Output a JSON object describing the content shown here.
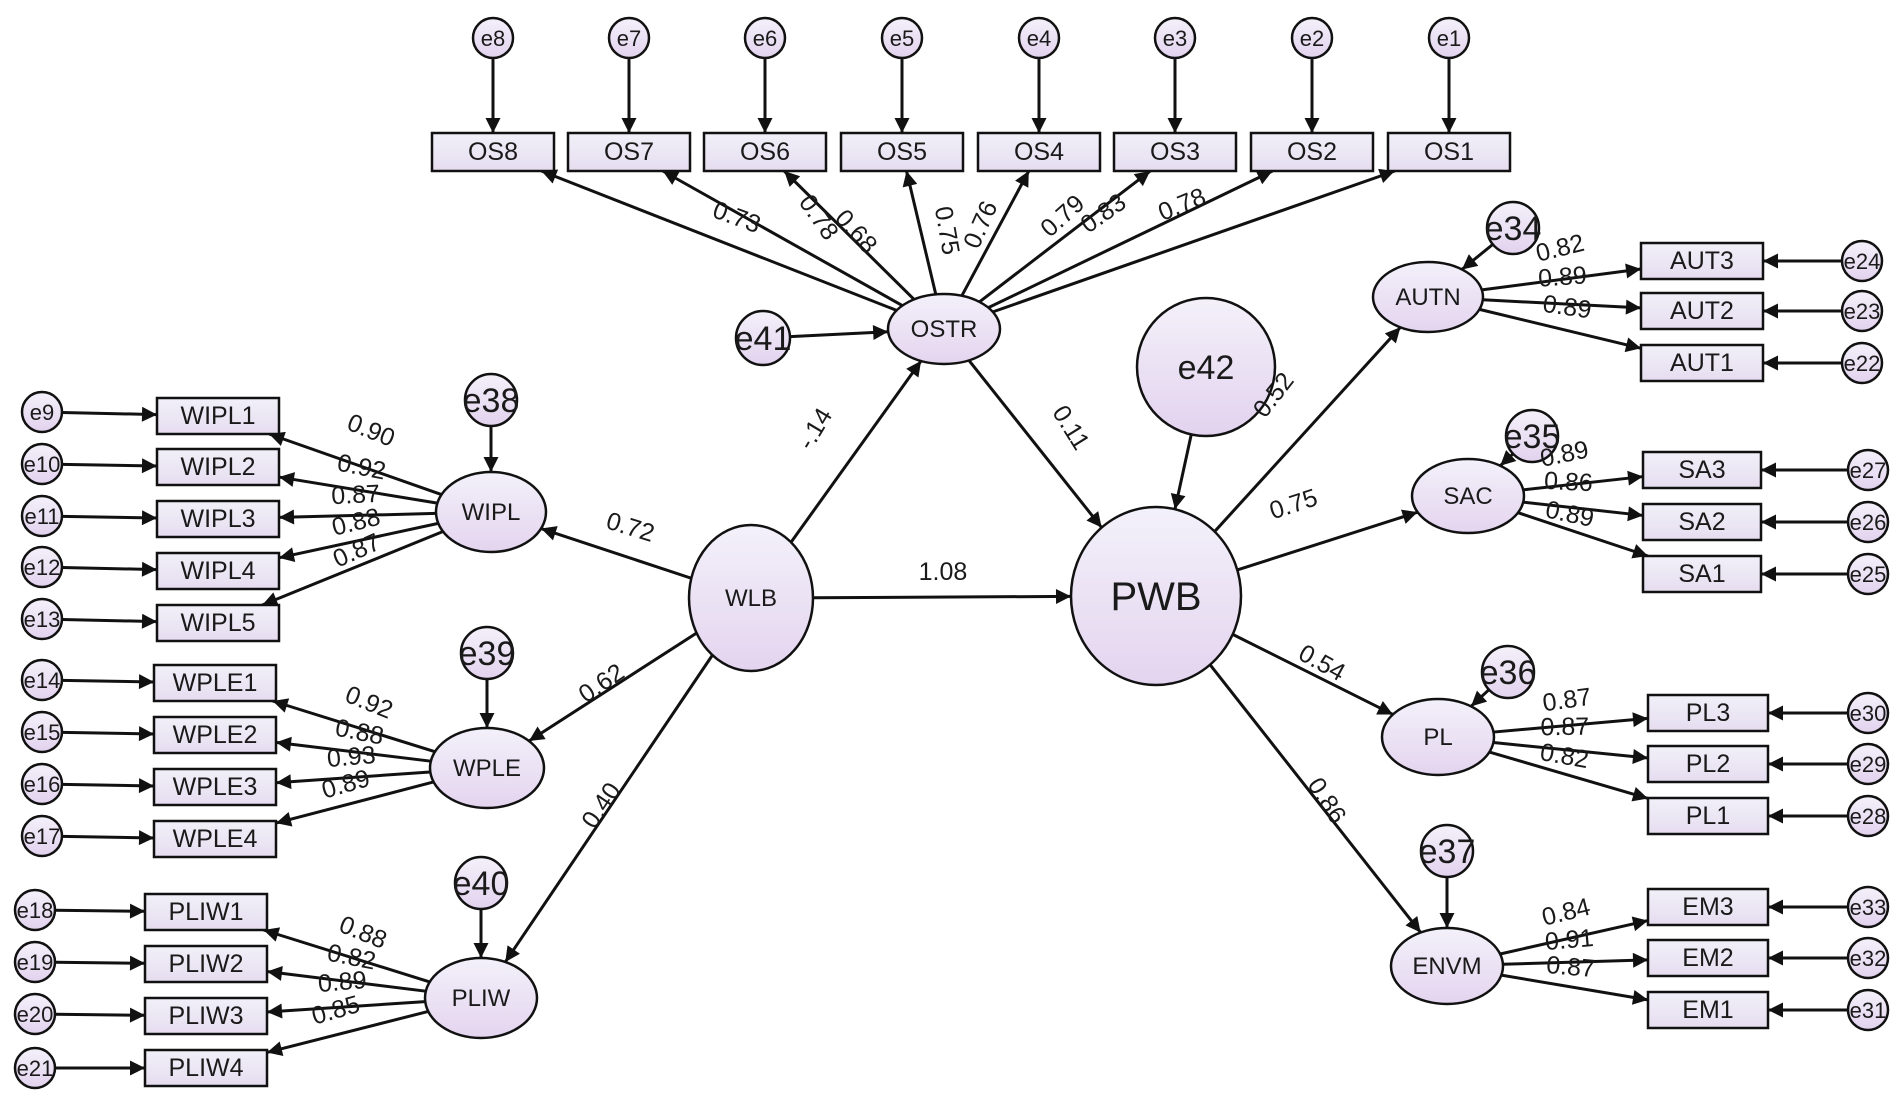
{
  "colors": {
    "fill_top": "#f3f1fa",
    "fill_bottom": "#e4d4ef",
    "stroke": "#111111"
  },
  "latents": {
    "OSTR": "OSTR",
    "WIPL": "WIPL",
    "WPLE": "WPLE",
    "PLIW": "PLIW",
    "WLB": "WLB",
    "PWB": "PWB",
    "AUTN": "AUTN",
    "SAC": "SAC",
    "PL": "PL",
    "ENVM": "ENVM"
  },
  "disturbances": {
    "e34": "e34",
    "e35": "e35",
    "e36": "e36",
    "e37": "e37",
    "e38": "e38",
    "e39": "e39",
    "e40": "e40",
    "e41": "e41",
    "e42": "e42"
  },
  "indicators": {
    "OS8": "OS8",
    "OS7": "OS7",
    "OS6": "OS6",
    "OS5": "OS5",
    "OS4": "OS4",
    "OS3": "OS3",
    "OS2": "OS2",
    "OS1": "OS1",
    "WIPL1": "WIPL1",
    "WIPL2": "WIPL2",
    "WIPL3": "WIPL3",
    "WIPL4": "WIPL4",
    "WIPL5": "WIPL5",
    "WPLE1": "WPLE1",
    "WPLE2": "WPLE2",
    "WPLE3": "WPLE3",
    "WPLE4": "WPLE4",
    "PLIW1": "PLIW1",
    "PLIW2": "PLIW2",
    "PLIW3": "PLIW3",
    "PLIW4": "PLIW4",
    "AUT3": "AUT3",
    "AUT2": "AUT2",
    "AUT1": "AUT1",
    "SA3": "SA3",
    "SA2": "SA2",
    "SA1": "SA1",
    "PL3": "PL3",
    "PL2": "PL2",
    "PL1": "PL1",
    "EM3": "EM3",
    "EM2": "EM2",
    "EM1": "EM1"
  },
  "errors": {
    "e1": "e1",
    "e2": "e2",
    "e3": "e3",
    "e4": "e4",
    "e5": "e5",
    "e6": "e6",
    "e7": "e7",
    "e8": "e8",
    "e9": "e9",
    "e10": "e10",
    "e11": "e11",
    "e12": "e12",
    "e13": "e13",
    "e14": "e14",
    "e15": "e15",
    "e16": "e16",
    "e17": "e17",
    "e18": "e18",
    "e19": "e19",
    "e20": "e20",
    "e21": "e21",
    "e22": "e22",
    "e23": "e23",
    "e24": "e24",
    "e25": "e25",
    "e26": "e26",
    "e27": "e27",
    "e28": "e28",
    "e29": "e29",
    "e30": "e30",
    "e31": "e31",
    "e32": "e32",
    "e33": "e33"
  },
  "structural": {
    "wlb_wipl": "0.72",
    "wlb_wple": "0.62",
    "wlb_pliw": "0.40",
    "wlb_ostr": "-.14",
    "wlb_pwb": "1.08",
    "ostr_pwb": "0.11",
    "pwb_autn": "0.52",
    "pwb_sac": "0.75",
    "pwb_pl": "0.54",
    "pwb_envm": "0.86"
  },
  "loadings": {
    "os8": "0.73",
    "os7": "0.78",
    "os6": "0.68",
    "os5": "0.75",
    "os4": "0.76",
    "os3": "0.79",
    "os2": "0.83",
    "os1": "0.78",
    "wipl1": "0.90",
    "wipl2": "0.92",
    "wipl3": "0.87",
    "wipl4": "0.88",
    "wipl5": "0.87",
    "wple1": "0.92",
    "wple2": "0.88",
    "wple3": "0.93",
    "wple4": "0.89",
    "pliw1": "0.88",
    "pliw2": "0.82",
    "pliw3": "0.89",
    "pliw4": "0.85",
    "aut3": "0.82",
    "aut2": "0.89",
    "aut1": "0.89",
    "sa3": "0.89",
    "sa2": "0.86",
    "sa1": "0.89",
    "pl3": "0.87",
    "pl2": "0.87",
    "pl1": "0.82",
    "em3": "0.84",
    "em2": "0.91",
    "em1": "0.87"
  }
}
